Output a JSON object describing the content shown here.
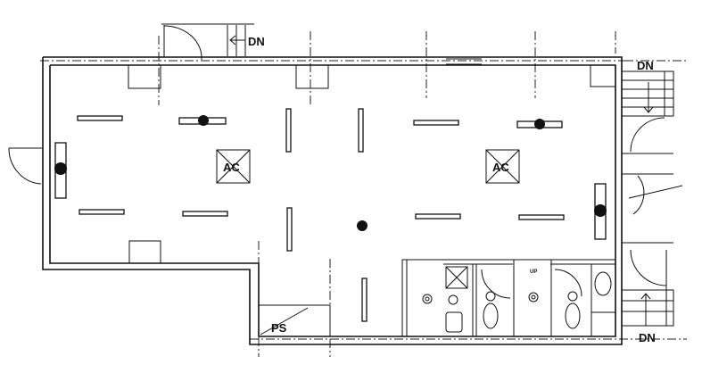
{
  "labels": {
    "dn_top": "DN",
    "dn_right_top": "DN",
    "dn_right_bottom": "DN",
    "ac_left": "AC",
    "ac_right": "AC",
    "ps": "PS",
    "up": "UP"
  }
}
